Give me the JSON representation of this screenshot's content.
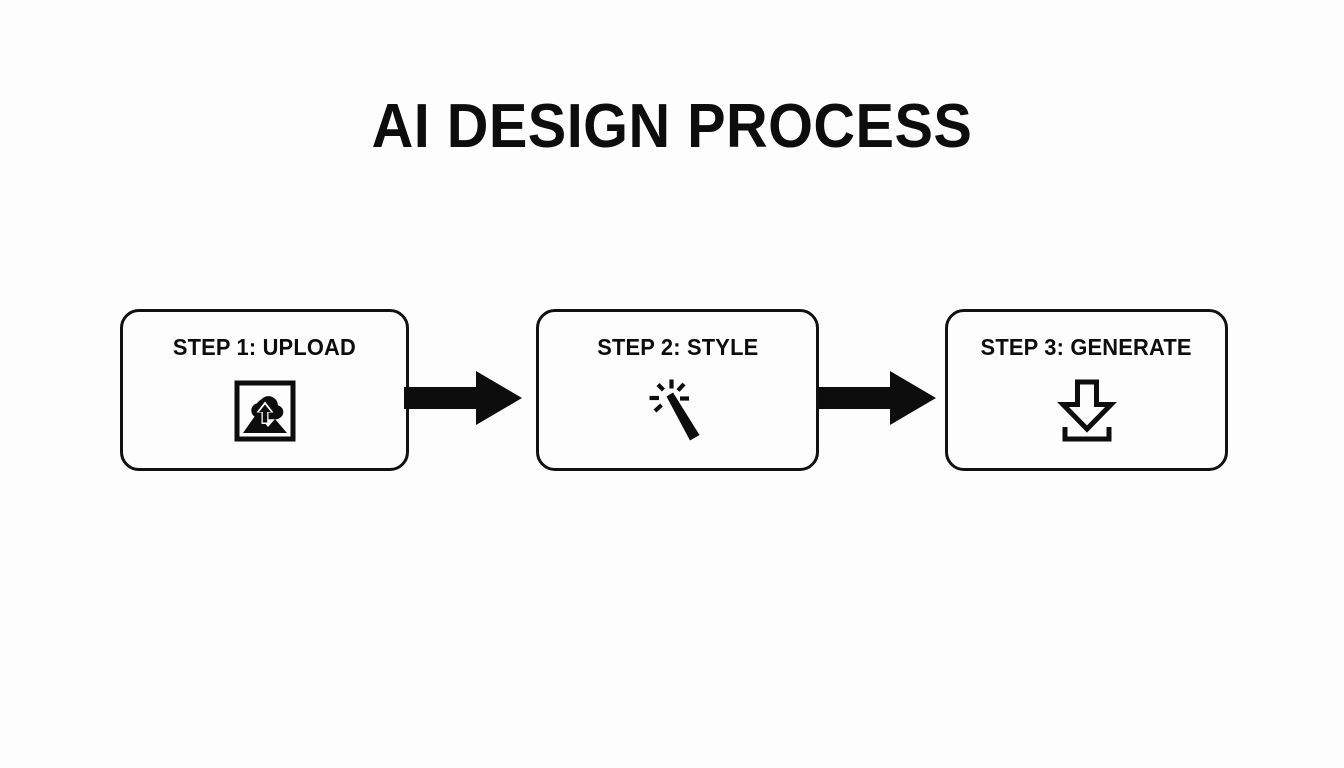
{
  "page": {
    "background_color": "#fdfdfd",
    "ink_color": "#0d0d0d",
    "title": "AI DESIGN PROCESS"
  },
  "flow": {
    "steps": [
      {
        "label": "STEP 1: UPLOAD",
        "icon": "image-upload-icon"
      },
      {
        "label": "STEP 2: STYLE",
        "icon": "magic-wand-icon"
      },
      {
        "label": "STEP 3: GENERATE",
        "icon": "download-icon"
      }
    ],
    "connectors": [
      {
        "icon": "arrow-right-icon"
      },
      {
        "icon": "arrow-right-icon"
      }
    ]
  }
}
